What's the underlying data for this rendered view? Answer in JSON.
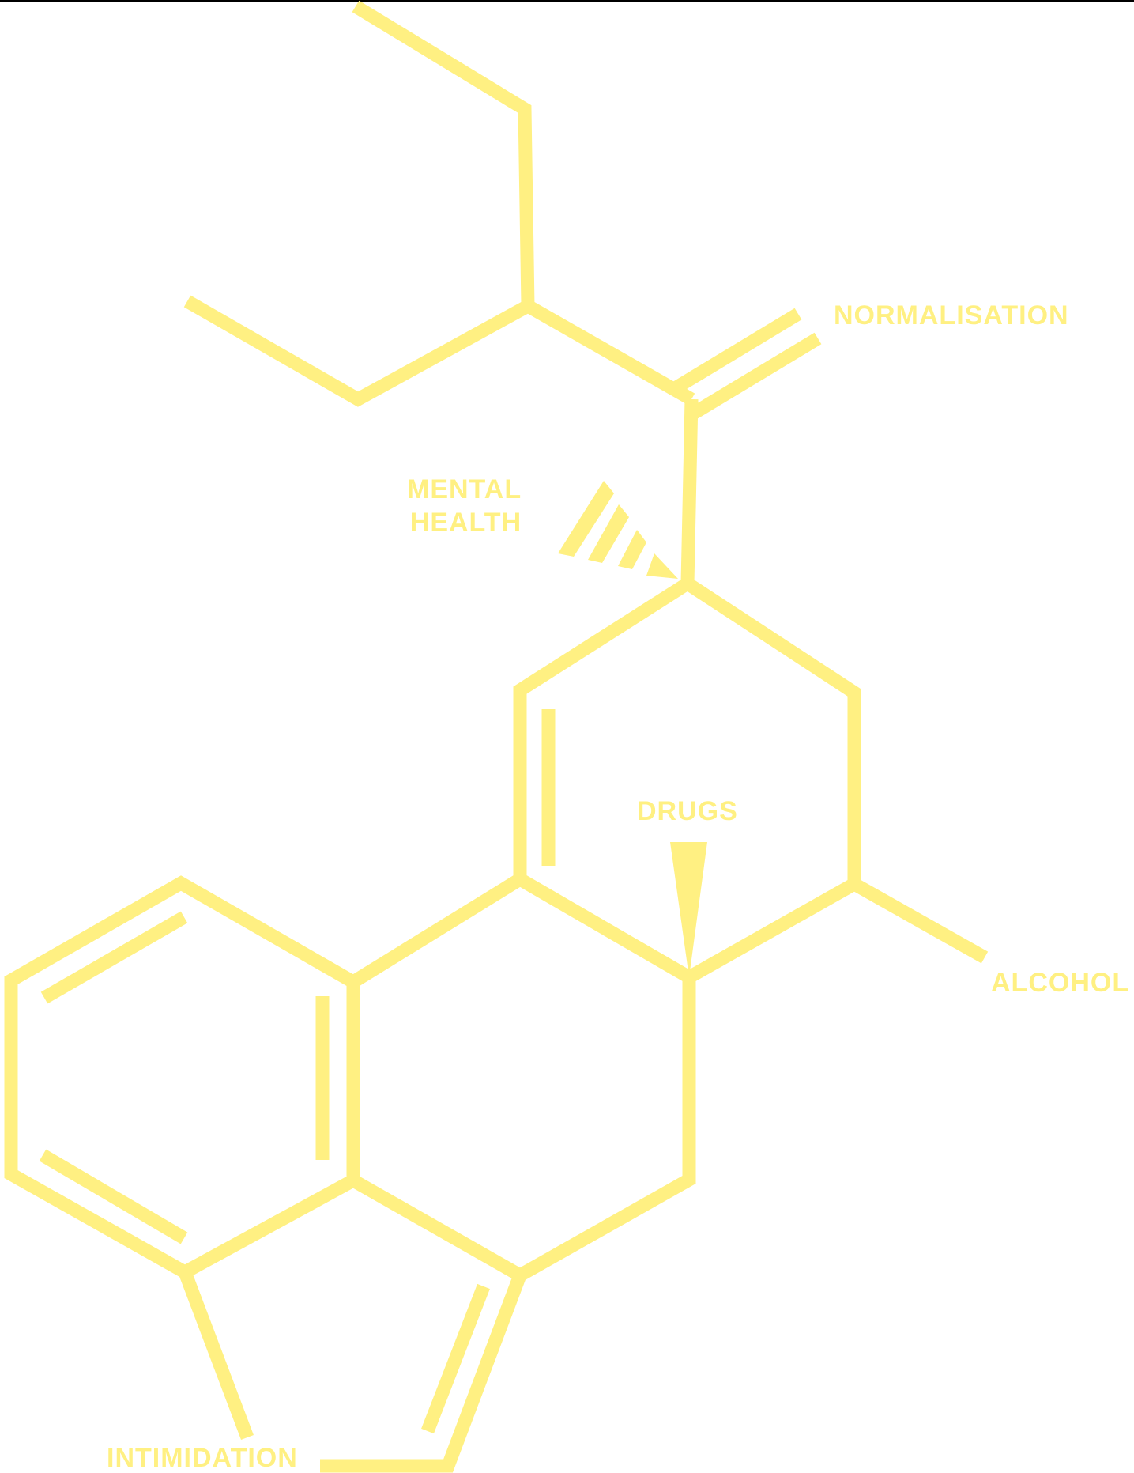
{
  "colors": {
    "accent": "#FFF082",
    "background": "#FFFFFF",
    "rule": "#000000"
  },
  "labels": {
    "normalisation": "NORMALISATION",
    "mental_health_line1": "MENTAL",
    "mental_health_line2": "HEALTH",
    "drugs": "DRUGS",
    "alcohol": "ALCOHOL",
    "intimidation": "INTIMIDATION"
  }
}
